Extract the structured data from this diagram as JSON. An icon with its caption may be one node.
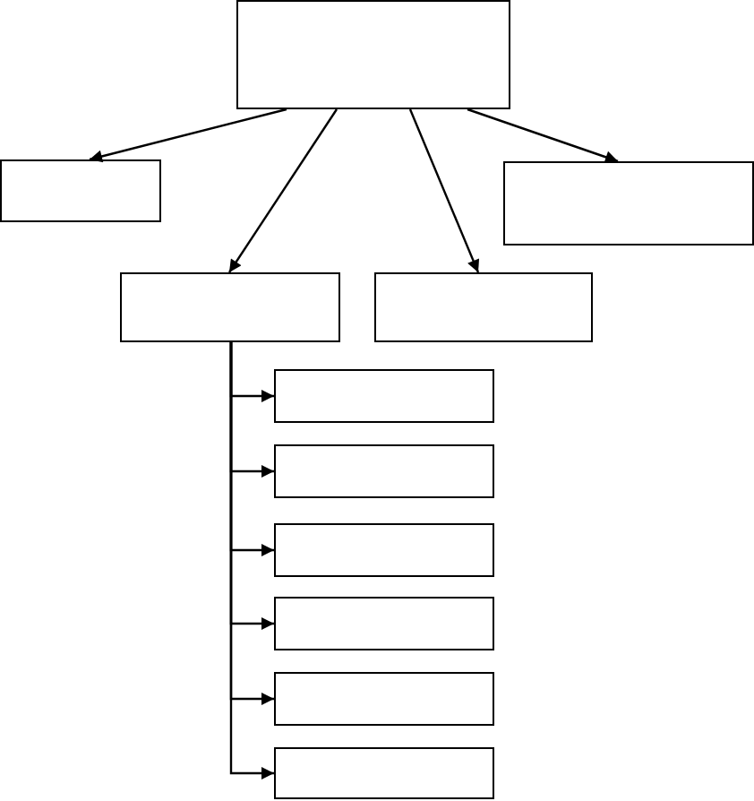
{
  "diagram": {
    "nodes": [
      {
        "text": [],
        "shape": "box"
      },
      {
        "text": [],
        "shape": "box"
      },
      {
        "text": [],
        "shape": "box"
      },
      {
        "text": [],
        "shape": "box"
      },
      {
        "text": [],
        "shape": "box"
      },
      {
        "text": [],
        "shape": "box"
      },
      {
        "text": [],
        "shape": "box"
      },
      {
        "text": [],
        "shape": "box"
      },
      {
        "text": [],
        "shape": "box"
      },
      {
        "text": [],
        "shape": "box"
      },
      {
        "text": [],
        "shape": "box"
      }
    ],
    "edges": [
      {
        "from": 0,
        "to": 1,
        "arrow": "to"
      },
      {
        "from": 0,
        "to": 3,
        "arrow": "to"
      },
      {
        "from": 0,
        "to": 4,
        "arrow": "to"
      },
      {
        "from": 0,
        "to": 2,
        "arrow": "to"
      },
      {
        "from": 3,
        "to": 5,
        "arrow": "to"
      },
      {
        "from": 3,
        "to": 6,
        "arrow": "to"
      },
      {
        "from": 3,
        "to": 7,
        "arrow": "to"
      },
      {
        "from": 3,
        "to": 8,
        "arrow": "to"
      },
      {
        "from": 3,
        "to": 9,
        "arrow": "to"
      },
      {
        "from": 3,
        "to": 10,
        "arrow": "to"
      }
    ]
  }
}
